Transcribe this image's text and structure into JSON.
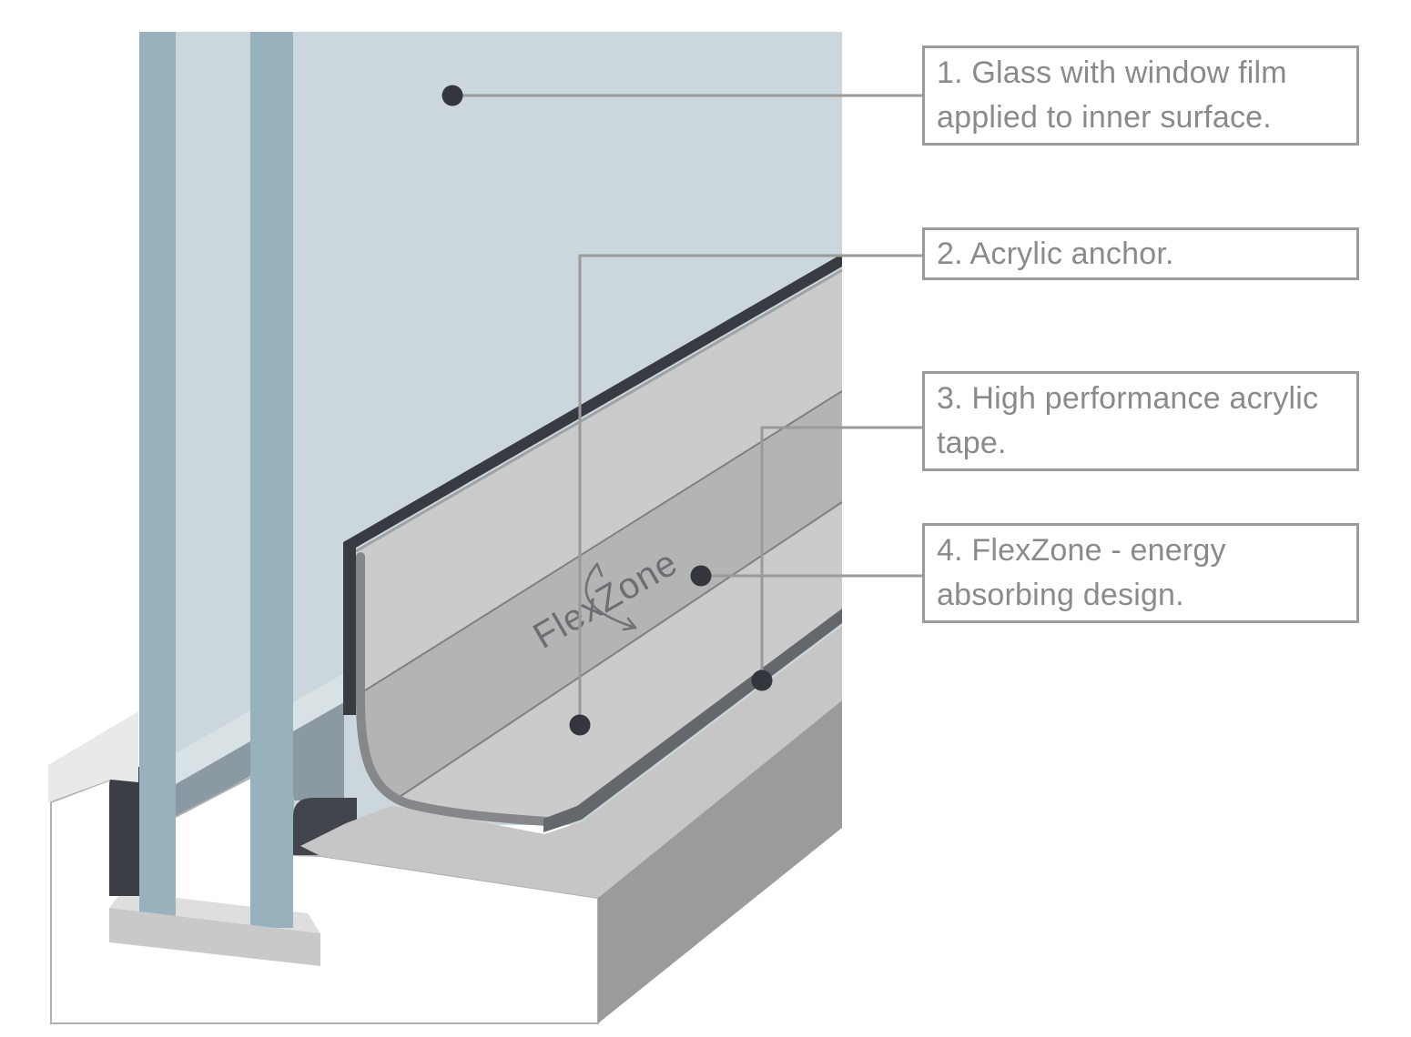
{
  "diagram": {
    "title_note": "",
    "flexzone_label": "FlexZone",
    "callouts": [
      {
        "id": "1",
        "label": "1. Glass with window film applied to inner surface."
      },
      {
        "id": "2",
        "label": "2. Acrylic anchor."
      },
      {
        "id": "3",
        "label": "3. High performance acrylic tape."
      },
      {
        "id": "4",
        "label": "4. FlexZone - energy absorbing design."
      }
    ],
    "colors": {
      "glass_panel": "#cbd7dc",
      "glass_pane_strip": "#97b2bd",
      "glass_edge_band_blue": "#8b9aa2",
      "glass_edge_band_light": "#d8e1e4",
      "anchor_face": "#cbcbcb",
      "flexzone_band": "#b3b4b4",
      "anchor_dark_edge": "#383c42",
      "anchor_border": "#85878a",
      "acrylic_tape": "#64676b",
      "sill_top": "#c5c6c5",
      "sill_side": "#9b9b9b",
      "frame_top": "#e9e9e9",
      "gasket": "#3b3e44",
      "callout_text": "#8a8a8a",
      "callout_border": "#9b9b9b",
      "leader_line": "#9a9a9a",
      "leader_dot": "#33363c",
      "flexzone_text": "#6b6e72"
    }
  }
}
